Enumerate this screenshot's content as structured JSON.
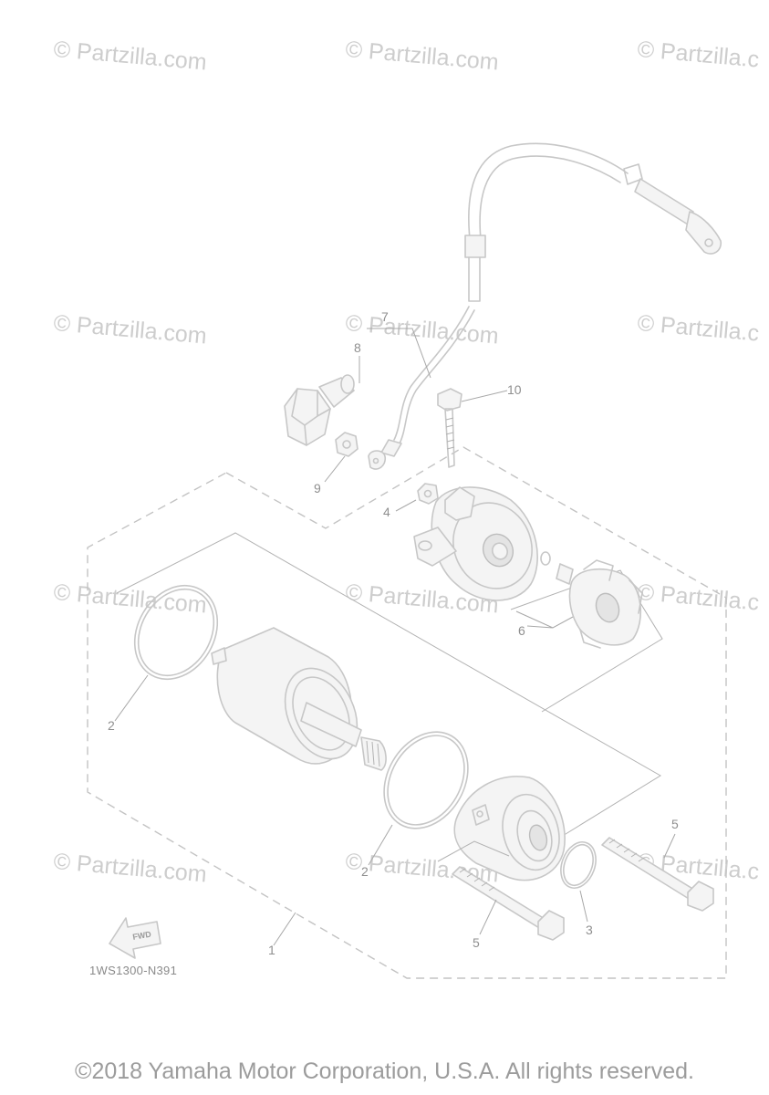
{
  "watermarks": [
    "© Partzilla.com",
    "© Partzilla.com",
    "© Partzilla.c",
    "© Partzilla.com",
    "© Partzilla.com",
    "© Partzilla.c",
    "© Partzilla.com",
    "© Partzilla.com",
    "© Partzilla.c",
    "© Partzilla.com",
    "© Partzilla.com",
    "© Partzilla.c"
  ],
  "callouts": {
    "assembly": "1",
    "o_ring_left": "2",
    "o_ring_right": "2",
    "o_ring_small": "3",
    "nut": "4",
    "bolt_left": "5",
    "bolt_right": "5",
    "brush_set": "6",
    "lead_wire": "7",
    "cap": "8",
    "nut_small": "9",
    "bolt_top": "10"
  },
  "fwd_label": "FWD",
  "diagram_code": "1WS1300-N391",
  "copyright": "©2018 Yamaha Motor Corporation, U.S.A. All rights reserved."
}
